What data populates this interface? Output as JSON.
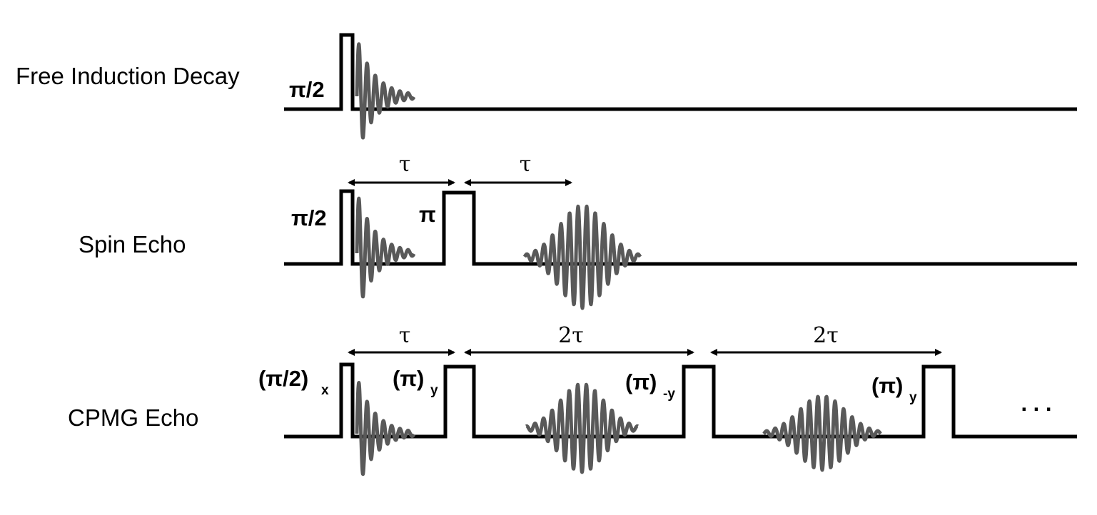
{
  "sequences": {
    "fid": {
      "name": "Free Induction Decay",
      "pulse_90": "π/2"
    },
    "spin_echo": {
      "name": "Spin Echo",
      "pulse_90": "π/2",
      "pulse_180": "π",
      "interval_1": "τ",
      "interval_2": "τ"
    },
    "cpmg": {
      "name": "CPMG Echo",
      "pulse_90": "(π/2)",
      "pulse_90_phase": "x",
      "pulse_180_1": "(π)",
      "pulse_180_1_phase": "y",
      "pulse_180_2": "(π)",
      "pulse_180_2_phase": "-y",
      "pulse_180_3": "(π)",
      "pulse_180_3_phase": "y",
      "interval_1": "τ",
      "interval_2": "2τ",
      "interval_3": "2τ",
      "continuation": ". . ."
    }
  }
}
